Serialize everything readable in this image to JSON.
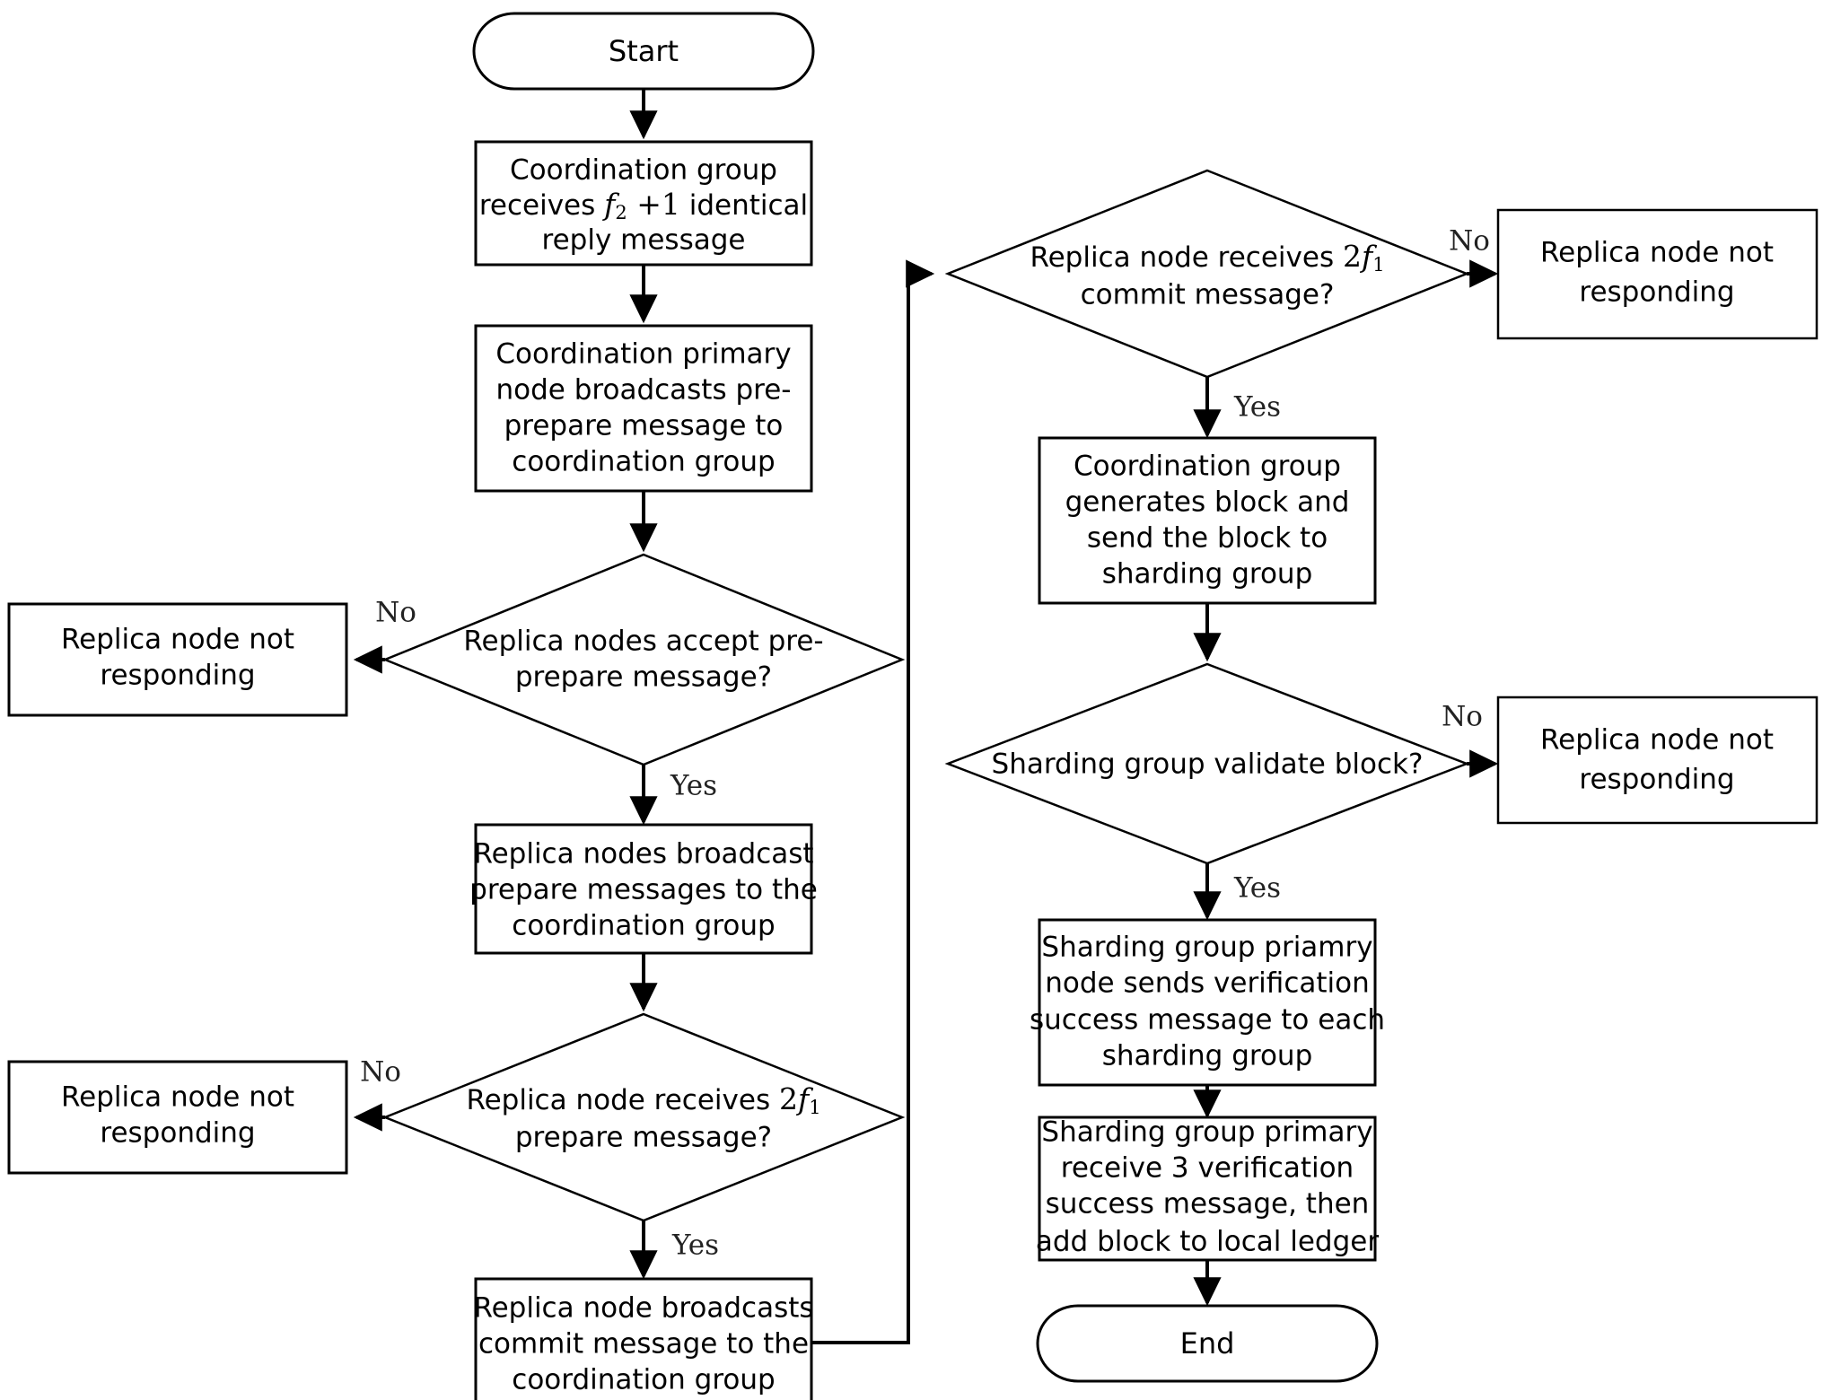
{
  "diagram": {
    "title": "PBFT sharding consensus flowchart",
    "background_color": "#ffffff",
    "line_color": "#000000",
    "shape_fill": "#ffffff"
  },
  "nodes": {
    "start": {
      "label": "Start",
      "shape": "terminator"
    },
    "coord_receives": {
      "shape": "process",
      "lines": [
        "Coordination group",
        "receives {f2}+1 identical",
        "reply message"
      ],
      "line1": "Coordination group",
      "line2_pre": "receives ",
      "line2_math_var": "f",
      "line2_math_sub": "2",
      "line2_math_op": " +1",
      "line2_post": " identical",
      "line3": "reply message"
    },
    "coord_primary_broadcast": {
      "shape": "process",
      "line1": "Coordination primary",
      "line2": "node broadcasts pre-",
      "line3": "prepare message to",
      "line4": "coordination group"
    },
    "decide_accept_preprepare": {
      "shape": "decision",
      "line1": "Replica nodes accept pre-",
      "line2": "prepare message?"
    },
    "replica_not_responding_1": {
      "shape": "process",
      "line1": "Replica node not",
      "line2": "responding"
    },
    "replica_broadcast_prepare": {
      "shape": "process",
      "line1": "Replica nodes broadcast",
      "line2": "prepare messages to the",
      "line3": "coordination group"
    },
    "decide_receives_prepare": {
      "shape": "decision",
      "line1_pre": "Replica node receives ",
      "line1_math_num": "2",
      "line1_math_var": "f",
      "line1_math_sub": "1",
      "line2": "prepare message?"
    },
    "replica_not_responding_2": {
      "shape": "process",
      "line1": "Replica node not",
      "line2": "responding"
    },
    "replica_broadcast_commit": {
      "shape": "process",
      "line1": "Replica node broadcasts",
      "line2": "commit message to the",
      "line3": "coordination group"
    },
    "decide_receives_commit": {
      "shape": "decision",
      "line1_pre": "Replica node receives ",
      "line1_math_num": "2",
      "line1_math_var": "f",
      "line1_math_sub": "1",
      "line2": "commit message?"
    },
    "replica_not_responding_3": {
      "shape": "process",
      "line1": "Replica node not",
      "line2": "responding"
    },
    "coord_generates_block": {
      "shape": "process",
      "line1": "Coordination group",
      "line2": "generates block and",
      "line3": "send the block to",
      "line4": "sharding group"
    },
    "decide_validate_block": {
      "shape": "decision",
      "line1": "Sharding group  validate block?"
    },
    "replica_not_responding_4": {
      "shape": "process",
      "line1": "Replica node not",
      "line2": "responding"
    },
    "sharding_primary_sends": {
      "shape": "process",
      "line1": "Sharding group priamry",
      "line2": "node sends verification",
      "line3": "success message to each",
      "line4": "sharding group"
    },
    "sharding_primary_receives": {
      "shape": "process",
      "line1": "Sharding group primary",
      "line2": "receive 3 verification",
      "line3": "success message, then",
      "line4": "add block to local ledger"
    },
    "end": {
      "label": "End",
      "shape": "terminator"
    }
  },
  "edge_labels": {
    "no_1": "No",
    "yes_1": "Yes",
    "no_2": "No",
    "yes_2": "Yes",
    "no_3": "No",
    "yes_3": "Yes",
    "no_4": "No",
    "yes_4": "Yes"
  }
}
